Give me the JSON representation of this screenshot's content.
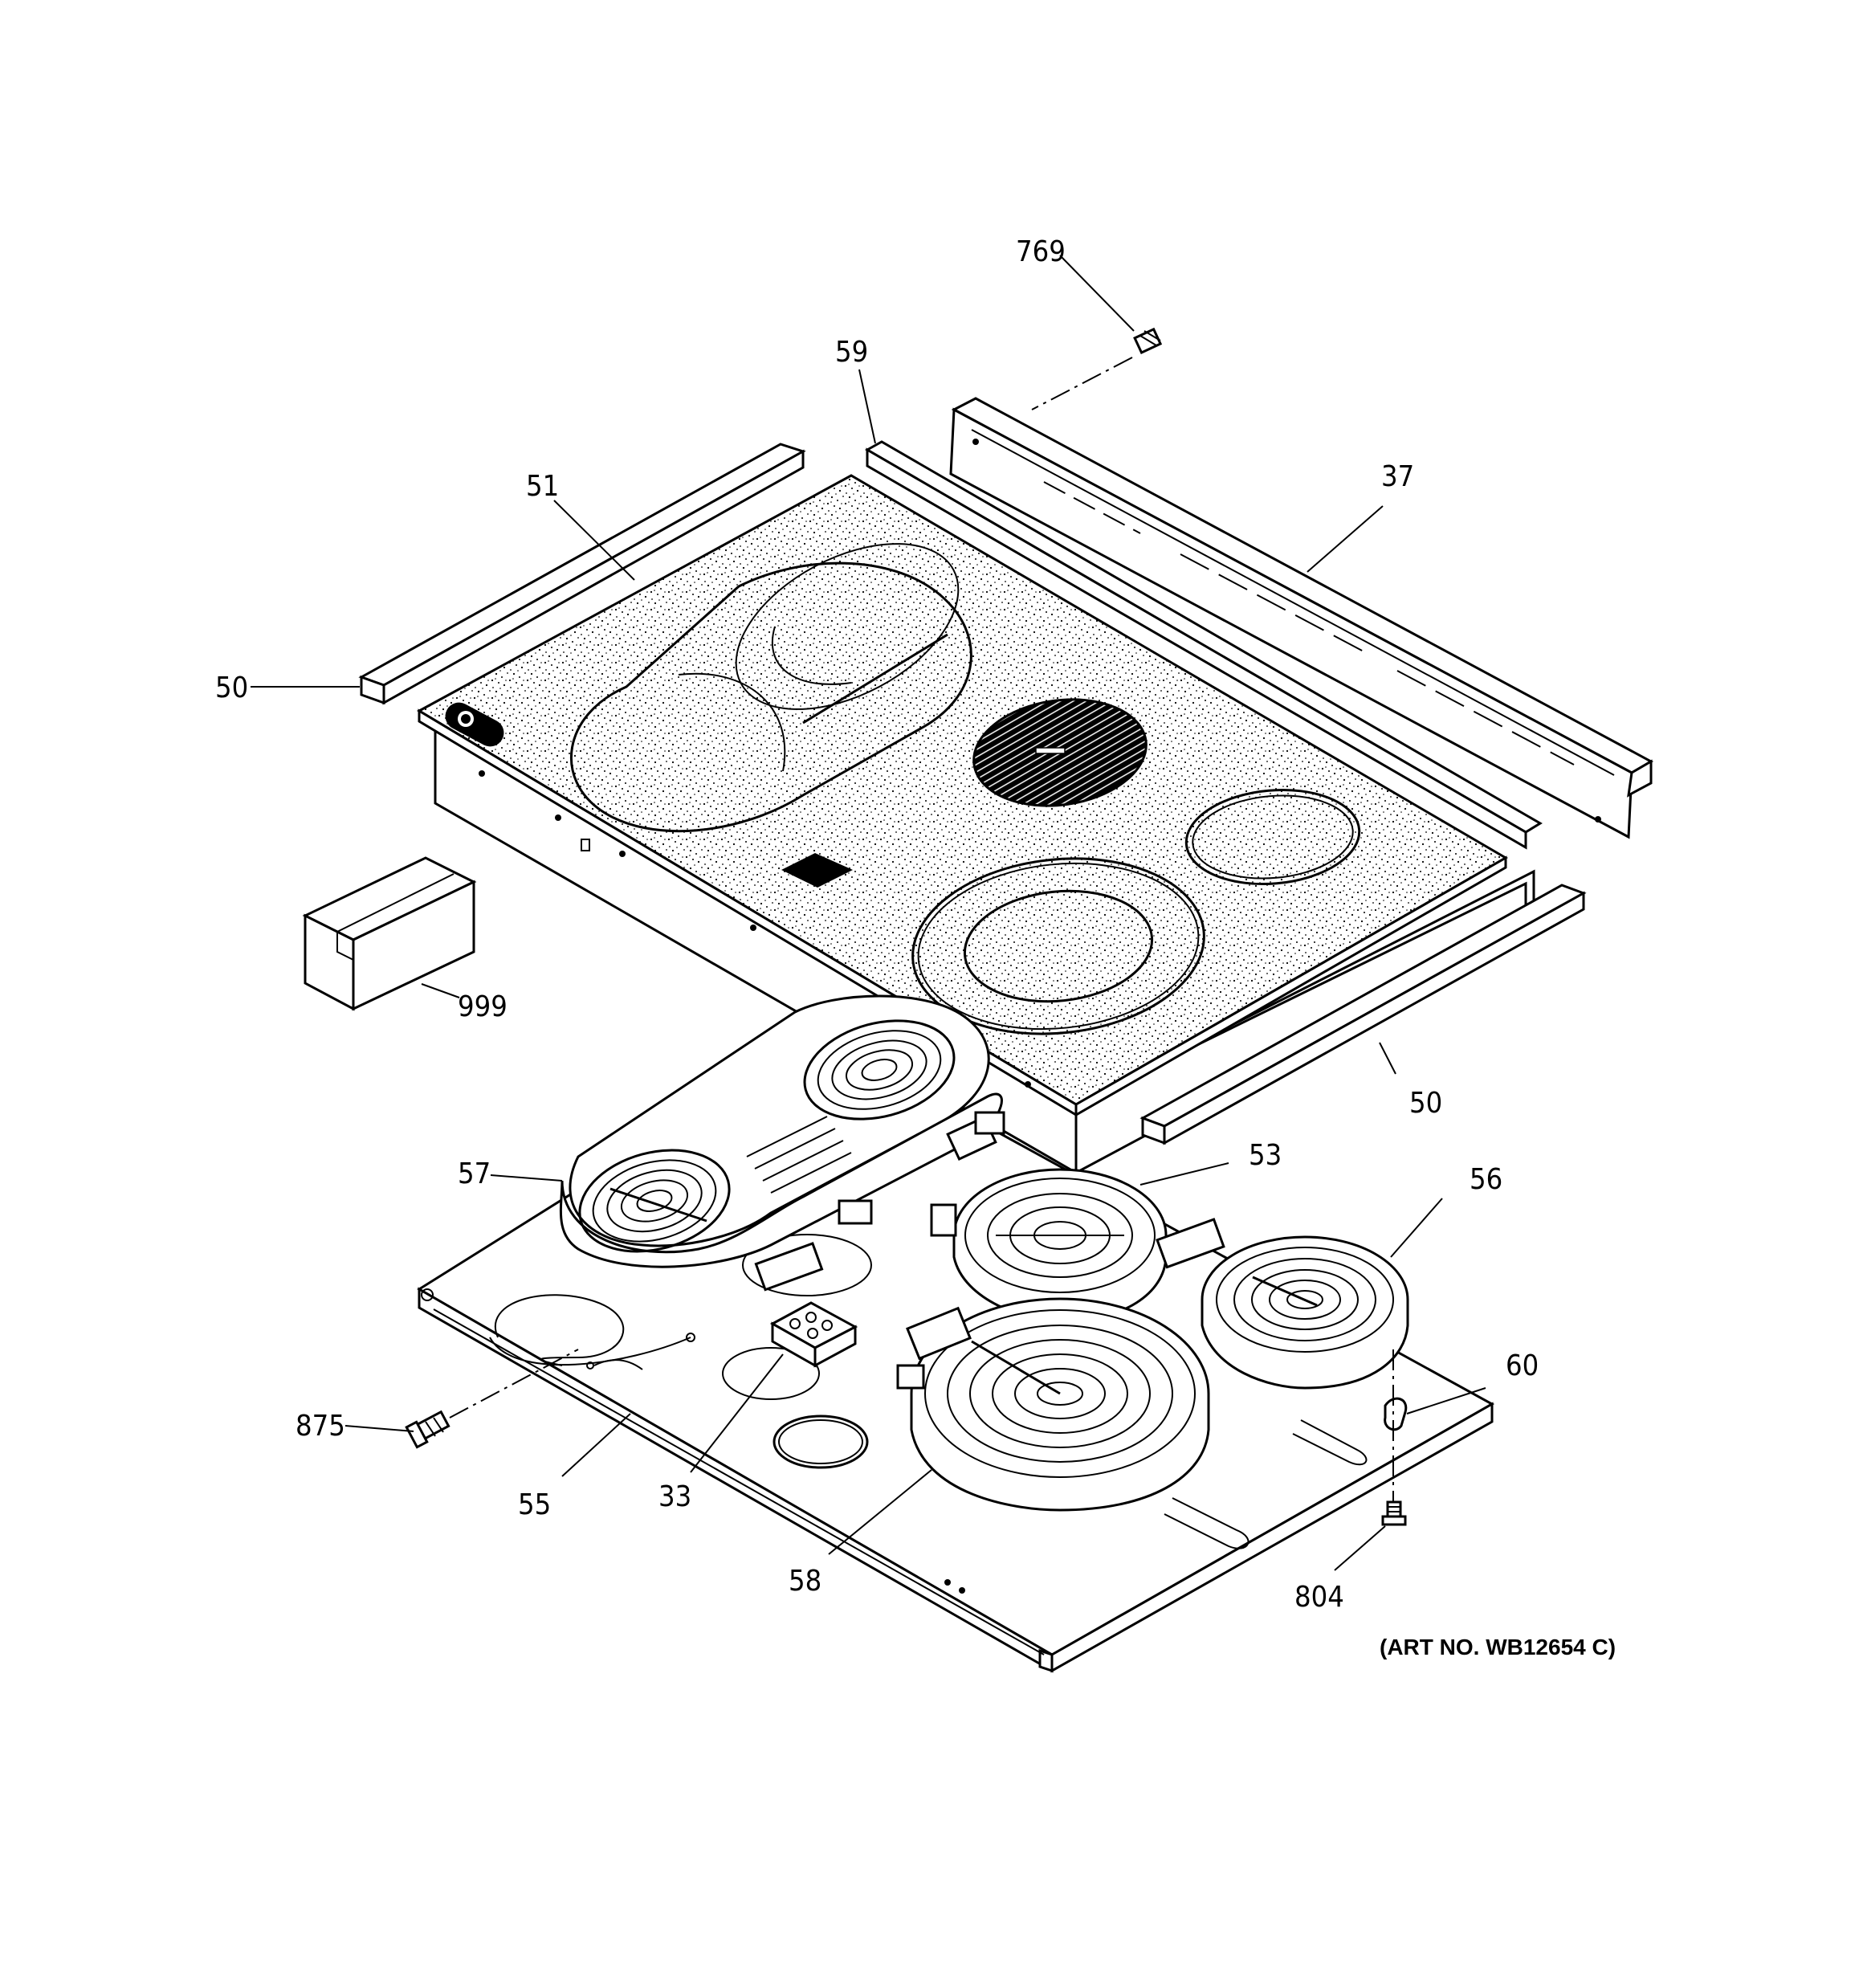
{
  "diagram": {
    "art_number": "(ART NO. WB12654 C)",
    "callouts": {
      "p769": "769",
      "p59": "59",
      "p37": "37",
      "p51": "51",
      "p50_left": "50",
      "p50_right": "50",
      "p999": "999",
      "p57": "57",
      "p53": "53",
      "p56": "56",
      "p60": "60",
      "p875": "875",
      "p55": "55",
      "p33": "33",
      "p58": "58",
      "p804": "804"
    }
  },
  "colors": {
    "ink": "#000000",
    "paper": "#ffffff"
  }
}
